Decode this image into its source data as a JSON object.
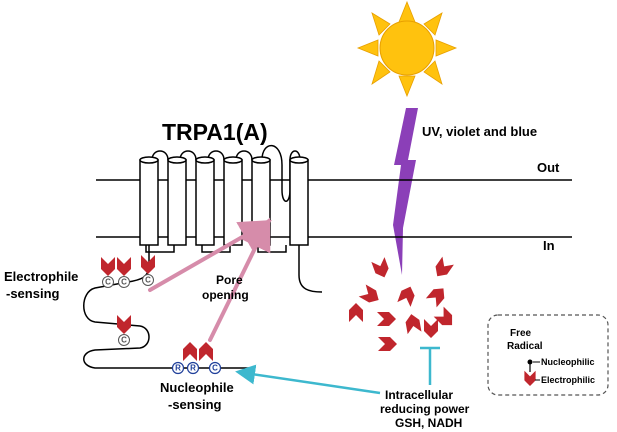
{
  "title": "TRPA1(A)",
  "light_label": "UV, violet and blue",
  "membrane": {
    "outside_label": "Out",
    "inside_label": "In"
  },
  "sensing": {
    "electrophile": [
      "Electrophile",
      "-sensing"
    ],
    "nucleophile": [
      "Nucleophile",
      "-sensing"
    ],
    "pore": [
      "Pore",
      "opening"
    ]
  },
  "residues": {
    "cysteine": "C",
    "arginine": "R"
  },
  "reducing": [
    "Intracellular",
    "reducing power",
    "GSH, NADH"
  ],
  "legend": {
    "title": [
      "Free",
      "Radical"
    ],
    "nucleophilic": "Nucleophilic",
    "electrophilic": "Electrophilic"
  },
  "colors": {
    "sun": "#FFC20E",
    "sun_outline": "#E8A000",
    "lightning": "#8B3FB8",
    "radical": "#C0262D",
    "pink_arrow": "#D68CAA",
    "cyan_arrow": "#3DB8CE",
    "residue_blue": "#1F3F9A"
  }
}
